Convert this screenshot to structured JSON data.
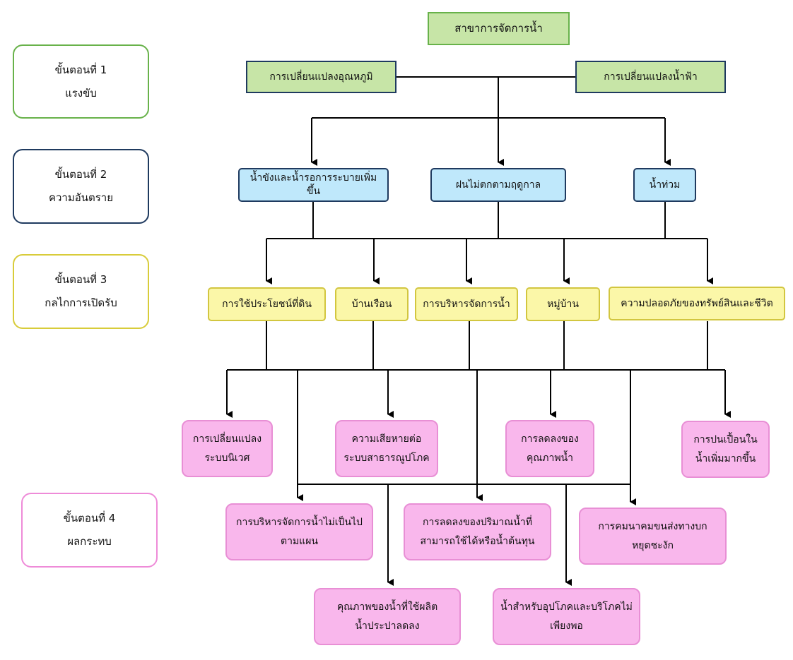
{
  "steps": [
    {
      "label": "ขั้นตอนที่ 1\nแรงขับ",
      "color": "#68b24a"
    },
    {
      "label": "ขั้นตอนที่ 2\nความอันตราย",
      "color": "#1f3a5f"
    },
    {
      "label": "ขั้นตอนที่ 3\nกลไกการเปิดรับ",
      "color": "#d8cc3a"
    },
    {
      "label": "ขั้นตอนที่ 4\nผลกระทบ",
      "color": "#ee8bd8"
    }
  ],
  "title": "สาขาการจัดการน้ำ",
  "drivers": [
    "การเปลี่ยนแปลงอุณหภูมิ",
    "การเปลี่ยนแปลงน้ำฟ้า"
  ],
  "hazards": [
    "น้ำขังและน้ำรอการระบายเพิ่มขึ้น",
    "ฝนไม่ตกตามฤดูกาล",
    "น้ำท่วม"
  ],
  "exposure": [
    "การใช้ประโยชน์ที่ดิน",
    "บ้านเรือน",
    "การบริหารจัดการน้ำ",
    "หมู่บ้าน",
    "ความปลอดภัยของทรัพย์สินและชีวิต"
  ],
  "impacts_row1": [
    "การเปลี่ยนแปลง\nระบบนิเวศ",
    "ความเสียหายต่อ\nระบบสาธารณูปโภค",
    "การลดลงของ\nคุณภาพน้ำ",
    "การปนเปื้อนใน\nน้ำเพิ่มมากขึ้น"
  ],
  "impacts_row2": [
    "การบริหารจัดการน้ำไม่เป็นไป\nตามแผน",
    "การลดลงของปริมาณน้ำที่\nสามารถใช้ได้หรือน้ำต้นทุน",
    "การคมนาคมขนส่งทางบก\nหยุดชะงัก"
  ],
  "impacts_row3": [
    "คุณภาพของน้ำที่ใช้ผลิต\nน้ำประปาลดลง",
    "น้ำสำหรับอุปโภคและบริโภคไม่\nเพียงพอ"
  ],
  "colors": {
    "line": "#000000"
  }
}
